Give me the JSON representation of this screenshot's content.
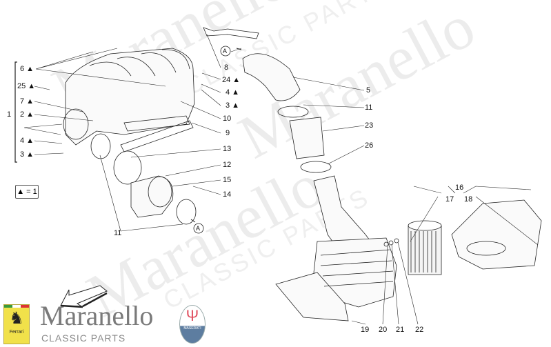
{
  "watermark": {
    "brand": "Maranello",
    "tagline": "CLASSIC PARTS"
  },
  "legend": {
    "text": "▲ = 1"
  },
  "callouts_left": [
    {
      "id": "6",
      "text": "6 ▲"
    },
    {
      "id": "25",
      "text": "25 ▲"
    },
    {
      "id": "7",
      "text": "7 ▲"
    },
    {
      "id": "2",
      "text": "2 ▲"
    },
    {
      "id": "4",
      "text": "4 ▲"
    },
    {
      "id": "3",
      "text": "3 ▲"
    },
    {
      "id": "1",
      "text": "1"
    }
  ],
  "callouts_mid": [
    {
      "id": "8",
      "text": "8"
    },
    {
      "id": "24",
      "text": "24 ▲"
    },
    {
      "id": "4b",
      "text": "4 ▲"
    },
    {
      "id": "3b",
      "text": "3 ▲"
    },
    {
      "id": "10",
      "text": "10"
    },
    {
      "id": "9",
      "text": "9"
    },
    {
      "id": "13",
      "text": "13"
    },
    {
      "id": "12",
      "text": "12"
    },
    {
      "id": "15",
      "text": "15"
    },
    {
      "id": "14",
      "text": "14"
    },
    {
      "id": "11",
      "text": "11"
    },
    {
      "id": "A1",
      "text": "A"
    },
    {
      "id": "A2",
      "text": "A"
    }
  ],
  "callouts_right": [
    {
      "id": "5",
      "text": "5"
    },
    {
      "id": "11b",
      "text": "11"
    },
    {
      "id": "23",
      "text": "23"
    },
    {
      "id": "26",
      "text": "26"
    },
    {
      "id": "16",
      "text": "16"
    },
    {
      "id": "17",
      "text": "17"
    },
    {
      "id": "18",
      "text": "18"
    },
    {
      "id": "19",
      "text": "19"
    },
    {
      "id": "20",
      "text": "20"
    },
    {
      "id": "21",
      "text": "21"
    },
    {
      "id": "22",
      "text": "22"
    }
  ],
  "logos": {
    "ferrari": "Ferrari",
    "maserati": "MASERATI"
  }
}
